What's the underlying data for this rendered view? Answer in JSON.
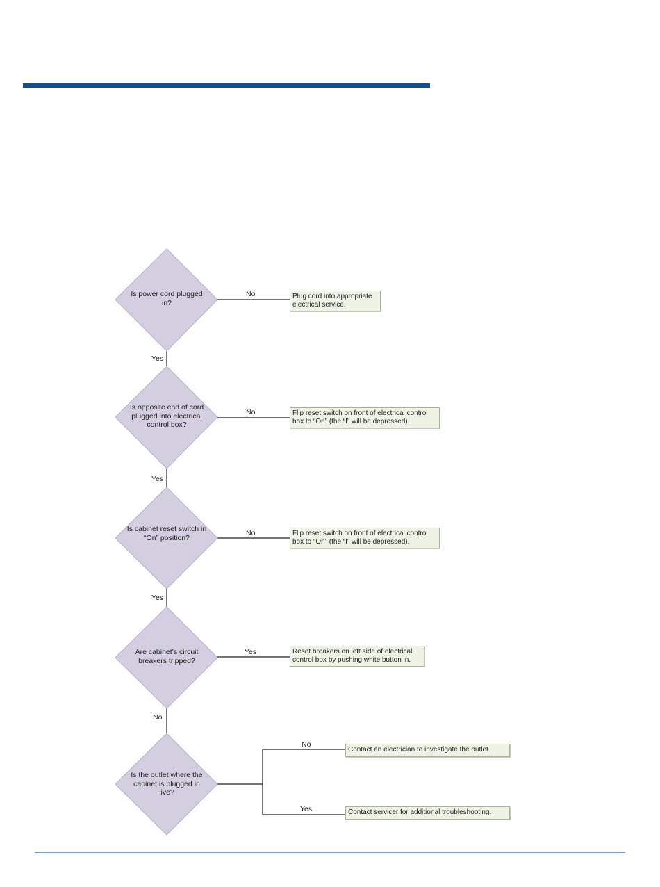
{
  "flowchart": {
    "questions": [
      {
        "text": "Is power cord plugged in?",
        "no_label": "No",
        "no_action": "Plug cord into appropriate electrical service.",
        "down_label": "Yes"
      },
      {
        "text": "Is opposite end of cord plugged into electrical control box?",
        "no_label": "No",
        "no_action": "Flip reset switch on front of electrical control box to “On” (the “I” will be depressed).",
        "down_label": "Yes"
      },
      {
        "text": "Is cabinet reset switch in “On” position?",
        "no_label": "No",
        "no_action": "Flip reset switch on front of electrical control box to “On” (the “I” will be depressed).",
        "down_label": "Yes"
      },
      {
        "text": "Are cabinet’s circuit breakers tripped?",
        "yes_label": "Yes",
        "yes_action": "Reset breakers on left side of electrical control box by pushing white button in.",
        "down_label": "No"
      },
      {
        "text": "Is the outlet where the cabinet is plugged in live?",
        "no_label": "No",
        "no_action": "Contact an electrician to investigate the outlet.",
        "yes_label": "Yes",
        "yes_action": "Contact servicer for additional troubleshooting."
      }
    ]
  },
  "colors": {
    "header_bar": "#0e4f92",
    "diamond_fill": "#d3cfe0",
    "action_box_fill": "#eef3e6",
    "footer_rule": "#7aa0d0"
  }
}
